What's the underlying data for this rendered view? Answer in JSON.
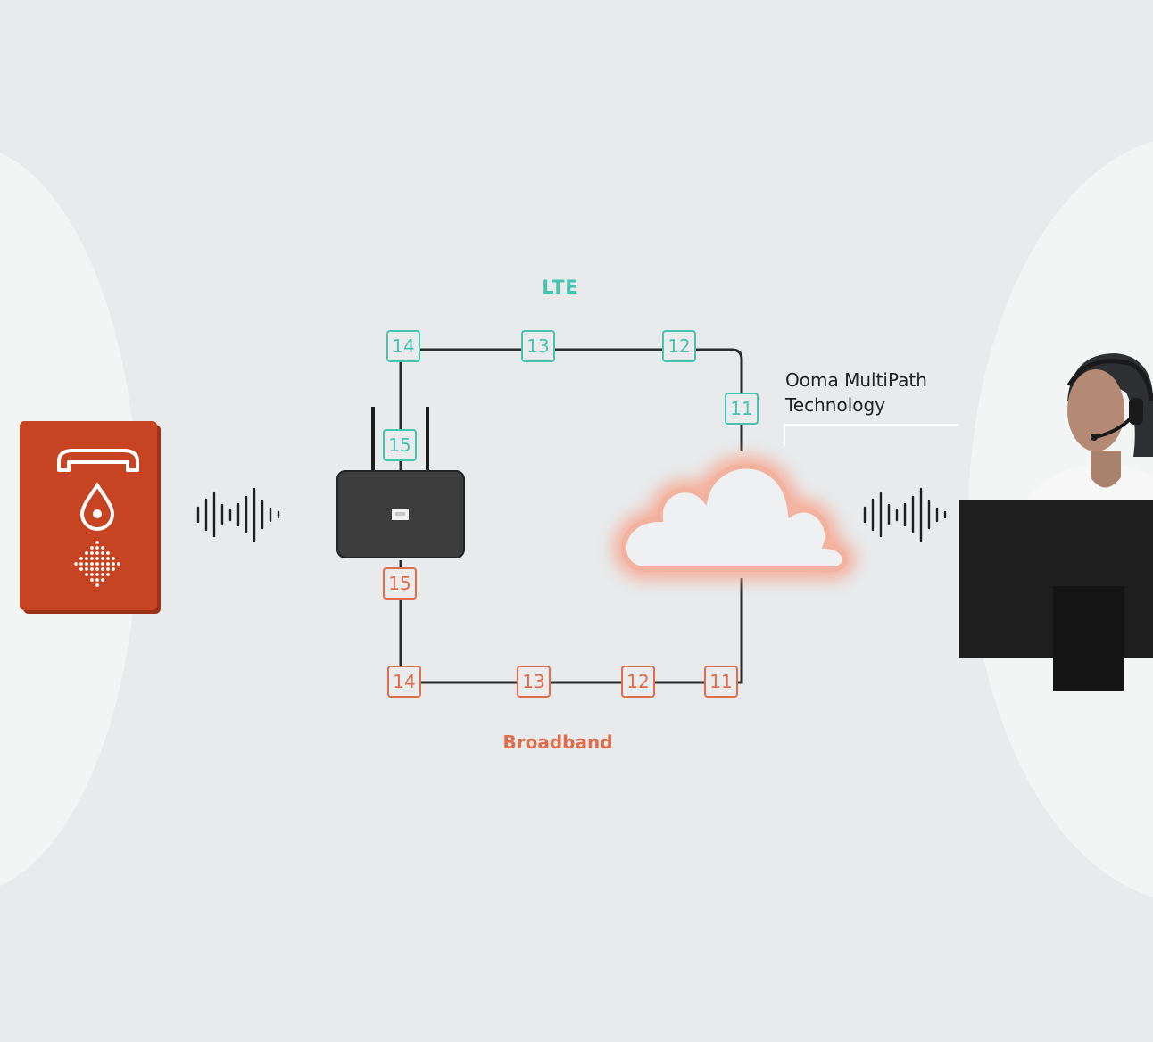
{
  "colors": {
    "lte": "#45c4b0",
    "broadband": "#e06c4a",
    "panel": "#c74423",
    "router": "#3d3d3e",
    "wire": "#2a2a2a",
    "background": "#e8eaeb",
    "monitor": "#1e1e1e"
  },
  "labels": {
    "lte": "LTE",
    "broadband": "Broadband",
    "multipath_line1": "Ooma MultiPath",
    "multipath_line2": "Technology"
  },
  "lte_hops": [
    "14",
    "13",
    "12",
    "11",
    "15"
  ],
  "broadband_hops": [
    "15",
    "14",
    "13",
    "12",
    "11"
  ],
  "icons": {
    "panel": [
      "phone-handset-icon",
      "water-drop-icon",
      "speaker-grille-icon"
    ],
    "waves": "sound-wave-icon",
    "router": "router-icon",
    "cloud": "cloud-icon",
    "agent": "call-center-agent-icon",
    "monitor": "monitor-icon"
  }
}
